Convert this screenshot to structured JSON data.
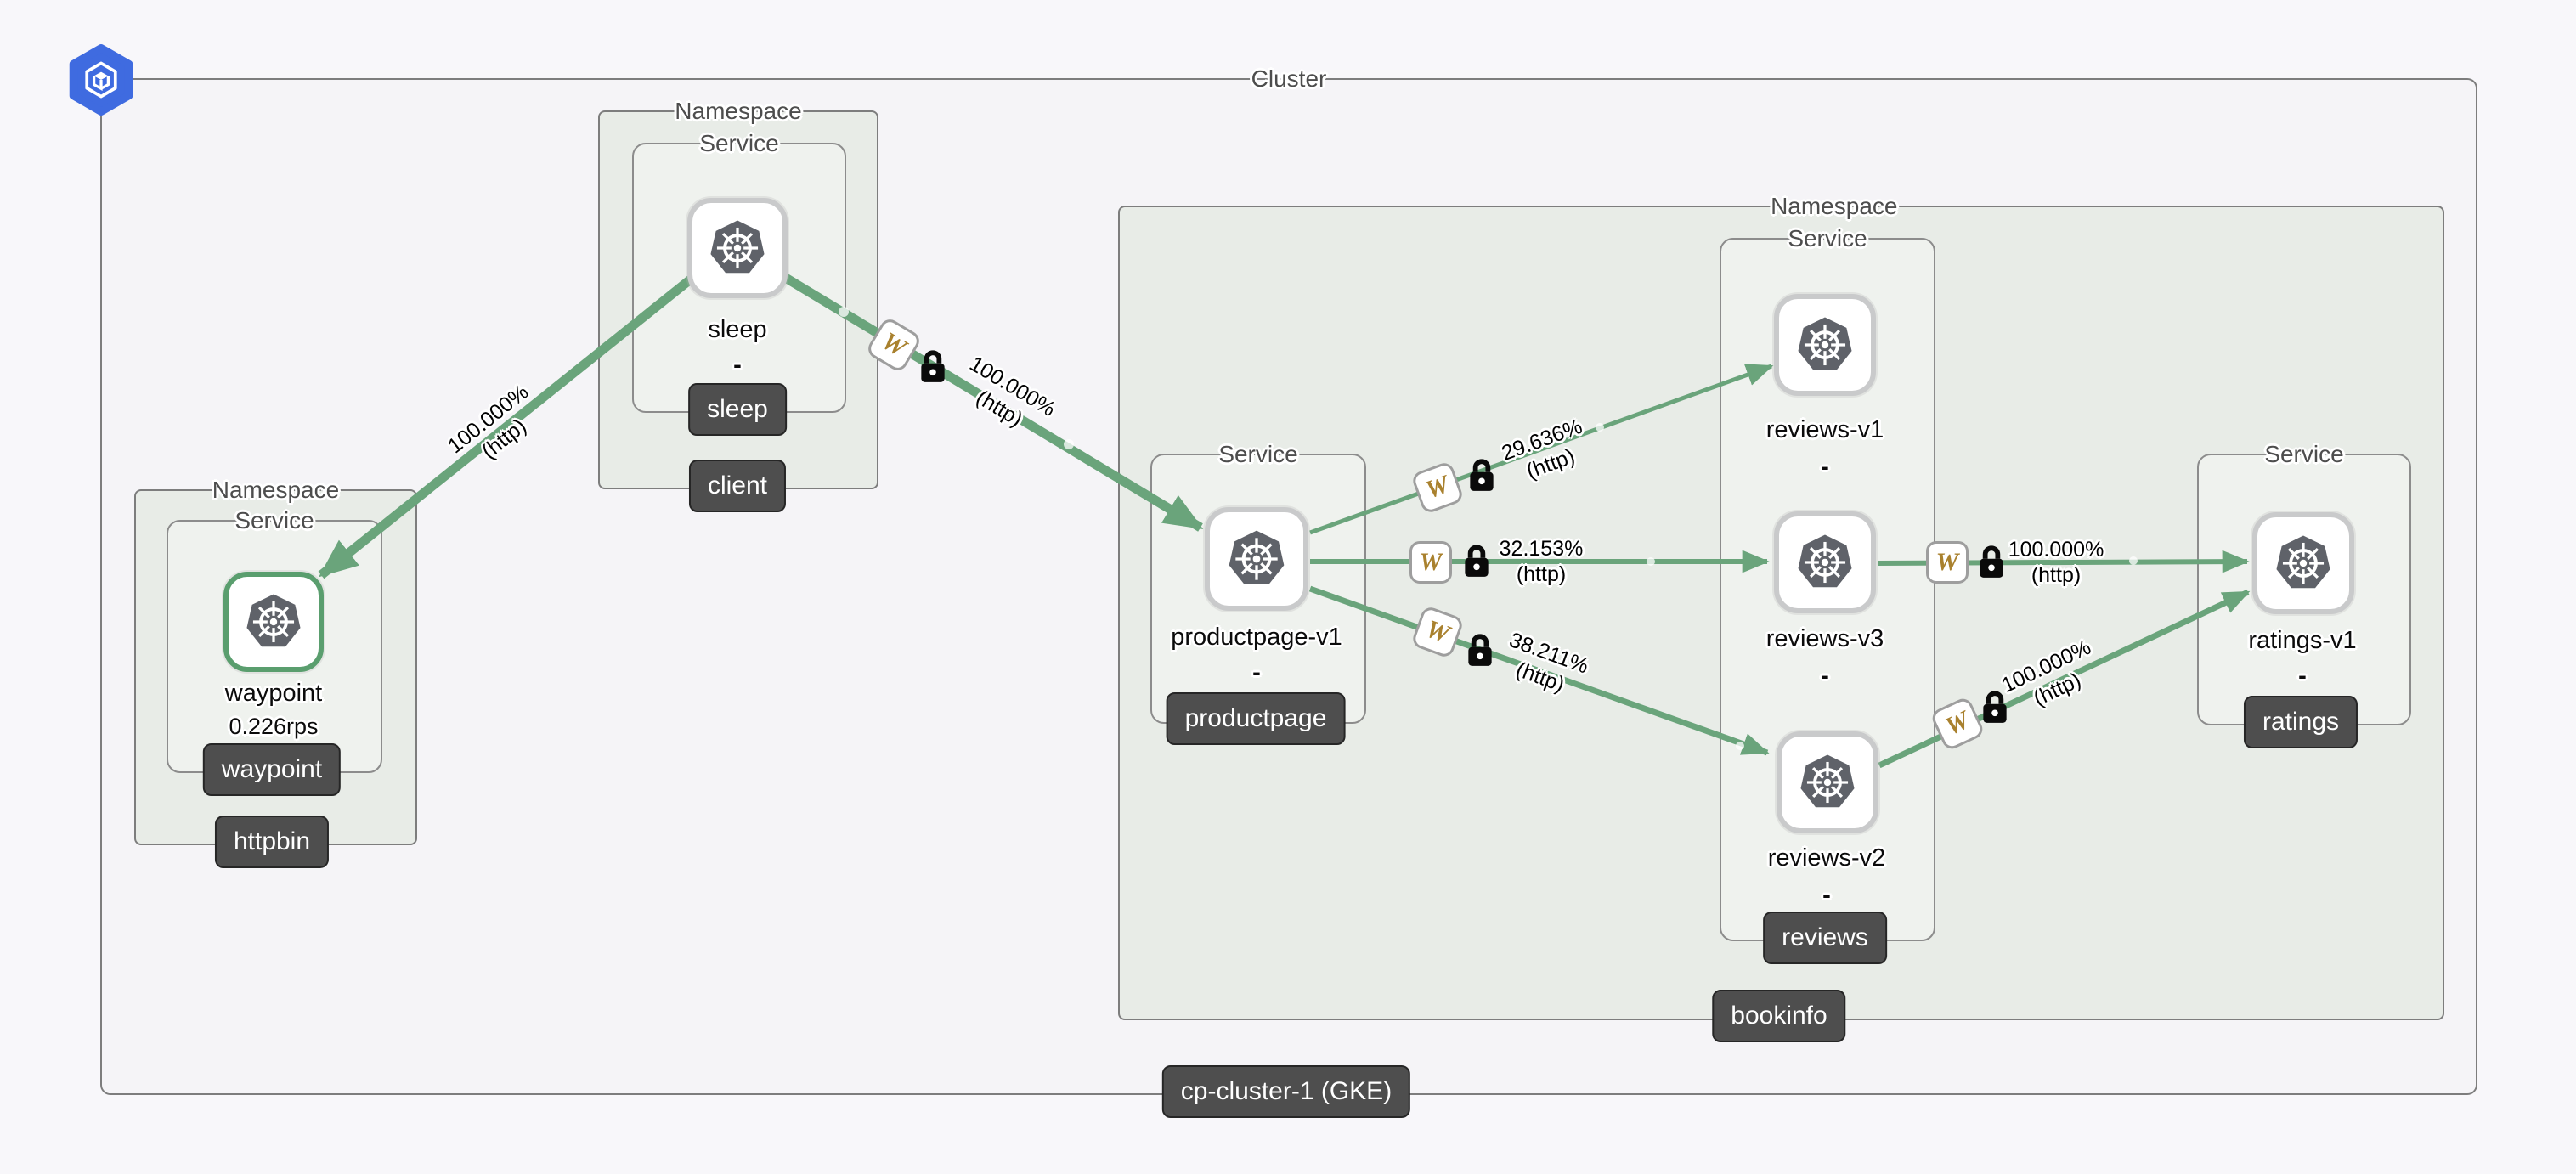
{
  "labels": {
    "namespace": "Namespace",
    "service": "Service",
    "cluster": "Cluster"
  },
  "cluster": {
    "boundary_label": "Cluster",
    "name_badge": "cp-cluster-1 (GKE)"
  },
  "namespace_badges": {
    "client": "client",
    "httpbin": "httpbin",
    "bookinfo": "bookinfo"
  },
  "service_badges": {
    "sleep": "sleep",
    "waypoint": "waypoint",
    "productpage": "productpage",
    "reviews": "reviews",
    "ratings": "ratings"
  },
  "nodes": {
    "sleep": {
      "name": "sleep",
      "version": "-"
    },
    "waypoint": {
      "name": "waypoint",
      "rate": "0.226rps"
    },
    "productpage": {
      "name": "productpage-v1",
      "version": "-"
    },
    "reviews_v1": {
      "name": "reviews-v1",
      "version": "-"
    },
    "reviews_v3": {
      "name": "reviews-v3",
      "version": "-"
    },
    "reviews_v2": {
      "name": "reviews-v2",
      "version": "-"
    },
    "ratings_v1": {
      "name": "ratings-v1",
      "version": "-"
    }
  },
  "edges": {
    "sleep_to_waypoint": {
      "source": "sleep",
      "target": "waypoint",
      "pct": "100.000%",
      "proto": "(http)",
      "mtls": false,
      "waypoint": false
    },
    "sleep_to_productpage": {
      "source": "sleep",
      "target": "productpage",
      "pct": "100.000%",
      "proto": "(http)",
      "mtls": true,
      "waypoint": true
    },
    "productpage_to_reviews_v1": {
      "source": "productpage",
      "target": "reviews-v1",
      "pct": "29.636%",
      "proto": "(http)",
      "mtls": true,
      "waypoint": true
    },
    "productpage_to_reviews_v3": {
      "source": "productpage",
      "target": "reviews-v3",
      "pct": "32.153%",
      "proto": "(http)",
      "mtls": true,
      "waypoint": true
    },
    "productpage_to_reviews_v2": {
      "source": "productpage",
      "target": "reviews-v2",
      "pct": "38.211%",
      "proto": "(http)",
      "mtls": true,
      "waypoint": true
    },
    "reviews_v3_to_ratings": {
      "source": "reviews-v3",
      "target": "ratings-v1",
      "pct": "100.000%",
      "proto": "(http)",
      "mtls": true,
      "waypoint": true
    },
    "reviews_v2_to_ratings": {
      "source": "reviews-v2",
      "target": "ratings-v1",
      "pct": "100.000%",
      "proto": "(http)",
      "mtls": true,
      "waypoint": true
    }
  },
  "badges": {
    "waypoint_letter": "W"
  },
  "colors": {
    "edge": "#6aa47b",
    "node-border": "#c9cacb",
    "waypoint-border": "#5a9e6e",
    "ns-fill": "#e8ece7",
    "svc-fill": "#eff2ee",
    "cluster-fill": "#f5f4f7",
    "canvas-bg": "#f8f7fa",
    "badge-bg": "#4e4e4e",
    "w-color": "#a9812e",
    "boundary-label": "#4d4d4d",
    "k8s-icon": "#5f6269",
    "hex-blue": "#3f6be0"
  }
}
